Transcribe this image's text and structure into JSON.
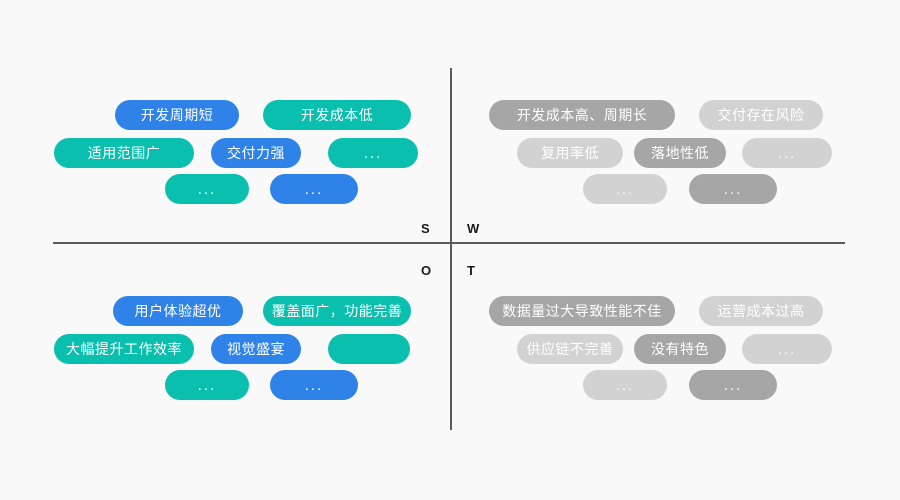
{
  "background": "#f9f9f9",
  "palette": {
    "blue": "#2f83e8",
    "teal": "#0bbfae",
    "gray_dark": "#a6a6a6",
    "gray_mid": "#c2c2c2",
    "gray_light": "#d2d2d2",
    "axis": "#5a5a5a",
    "text_on_pill": "#ffffff"
  },
  "axis_labels": {
    "s": "S",
    "w": "W",
    "o": "O",
    "t": "T"
  },
  "quadrants": {
    "strengths": {
      "letter": "S",
      "pills": [
        {
          "label": "开发周期短",
          "color": "blue"
        },
        {
          "label": "开发成本低",
          "color": "teal"
        },
        {
          "label": "适用范围广",
          "color": "teal"
        },
        {
          "label": "交付力强",
          "color": "blue"
        },
        {
          "label": "...",
          "color": "teal"
        },
        {
          "label": "...",
          "color": "teal"
        },
        {
          "label": "...",
          "color": "blue"
        }
      ]
    },
    "weaknesses": {
      "letter": "W",
      "pills": [
        {
          "label": "开发成本高、周期长",
          "color": "gray_dark"
        },
        {
          "label": "交付存在风险",
          "color": "gray_light"
        },
        {
          "label": "复用率低",
          "color": "gray_light"
        },
        {
          "label": "落地性低",
          "color": "gray_dark"
        },
        {
          "label": "...",
          "color": "gray_light"
        },
        {
          "label": "...",
          "color": "gray_light"
        },
        {
          "label": "...",
          "color": "gray_dark"
        }
      ]
    },
    "opportunities": {
      "letter": "O",
      "pills": [
        {
          "label": "用户体验超优",
          "color": "blue"
        },
        {
          "label": "覆盖面广，功能完善",
          "color": "teal"
        },
        {
          "label": "大幅提升工作效率",
          "color": "teal"
        },
        {
          "label": "视觉盛宴",
          "color": "blue"
        },
        {
          "label": "",
          "color": "teal"
        },
        {
          "label": "...",
          "color": "teal"
        },
        {
          "label": "...",
          "color": "blue"
        }
      ]
    },
    "threats": {
      "letter": "T",
      "pills": [
        {
          "label": "数据量过大导致性能不佳",
          "color": "gray_dark"
        },
        {
          "label": "运营成本过高",
          "color": "gray_light"
        },
        {
          "label": "供应链不完善",
          "color": "gray_light"
        },
        {
          "label": "没有特色",
          "color": "gray_dark"
        },
        {
          "label": "...",
          "color": "gray_light"
        },
        {
          "label": "...",
          "color": "gray_light"
        },
        {
          "label": "...",
          "color": "gray_dark"
        }
      ]
    }
  }
}
